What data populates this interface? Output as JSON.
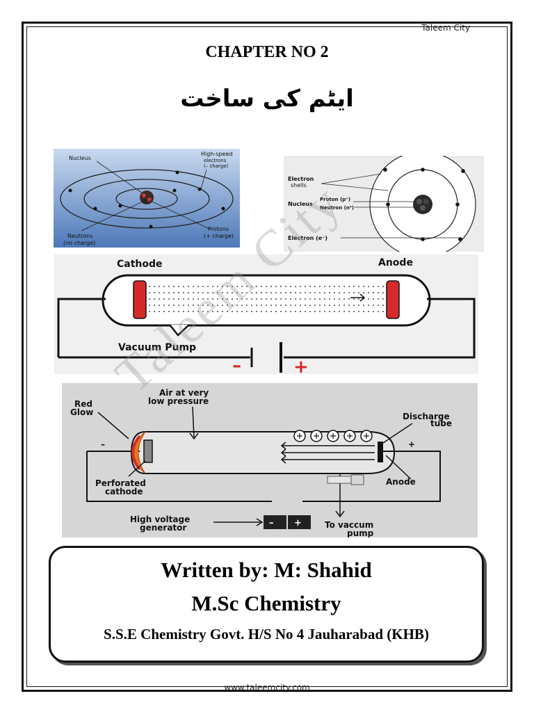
{
  "header": {
    "site_top": "Taleem City",
    "chapter_title": "CHAPTER NO 2",
    "urdu_title": "ایٹم کی ساخت"
  },
  "figure1": {
    "labels": {
      "nucleus": "Nucleus",
      "electrons_line1": "High-speed",
      "electrons_line2": "electrons",
      "electrons_line3": "(– charge)",
      "neutrons_line1": "Neutrons",
      "neutrons_line2": "(no charge)",
      "protons_line1": "Protons",
      "protons_line2": "(+ charge)"
    }
  },
  "figure2": {
    "labels": {
      "shells_line1": "Electron",
      "shells_line2": "shells",
      "nucleus": "Nucleus",
      "proton": "Proton (p⁺)",
      "neutron": "Neutron (n⁰)",
      "electron": "Electron (e⁻)"
    }
  },
  "figure3": {
    "labels": {
      "cathode": "Cathode",
      "anode": "Anode",
      "vacuum_pump": "Vacuum Pump",
      "minus": "–",
      "plus": "+"
    }
  },
  "figure4": {
    "labels": {
      "red_glow_line1": "Red",
      "red_glow_line2": "Glow",
      "air_line1": "Air at very",
      "air_line2": "low pressure",
      "discharge_line1": "Discharge",
      "discharge_line2": "tube",
      "perforated_line1": "Perforated",
      "perforated_line2": "cathode",
      "anode": "Anode",
      "hv_line1": "High voltage",
      "hv_line2": "generator",
      "vacuum_line1": "To vaccum",
      "vacuum_line2": "pump",
      "minus": "–",
      "plus": "+"
    }
  },
  "credits": {
    "author": "Written by: M: Shahid",
    "degree": "M.Sc Chemistry",
    "school": "S.S.E Chemistry Govt. H/S No 4 Jauharabad (KHB)"
  },
  "footer": {
    "site_bottom": "www.taleemcity.com"
  },
  "watermark": "Taleem City"
}
